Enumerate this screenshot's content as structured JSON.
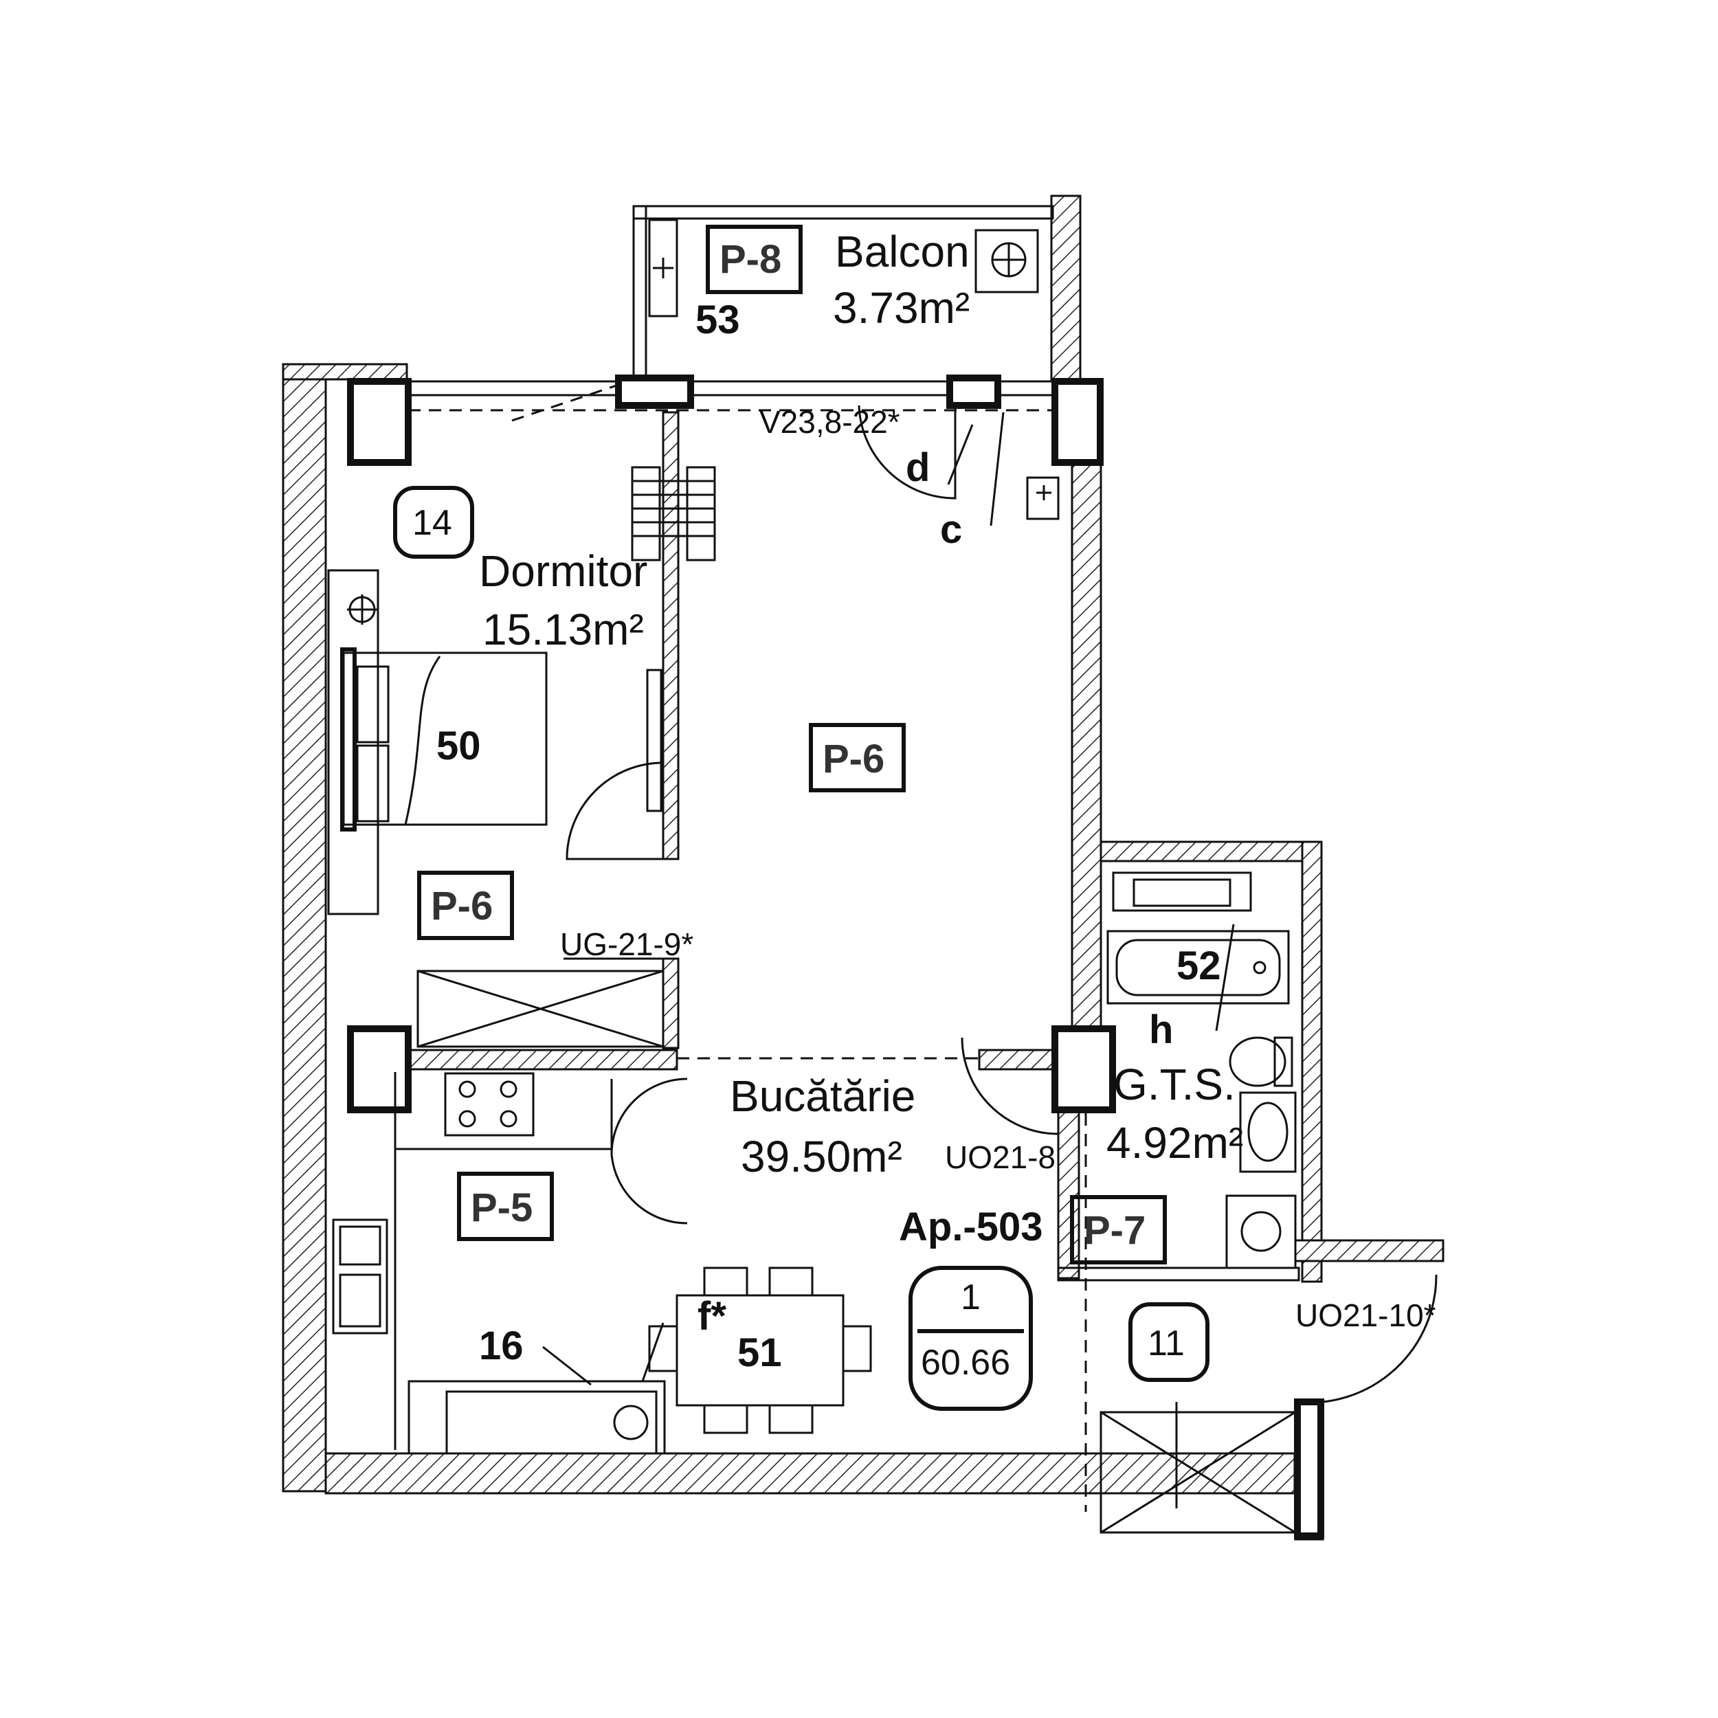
{
  "rooms": {
    "balcon": {
      "name": "Balcon",
      "area": "3.73m²"
    },
    "dormitor": {
      "name": "Dormitor",
      "area": "15.13m²"
    },
    "bucatarie": {
      "name": "Bucătărie",
      "area": "39.50m²"
    },
    "gts": {
      "name": "G.T.S.",
      "area": "4.92m²"
    }
  },
  "tags": {
    "p8": "P-8",
    "p6_living": "P-6",
    "p6_bedroom": "P-6",
    "p5": "P-5",
    "p7": "P-7"
  },
  "numbers": {
    "n53": "53",
    "n50": "50",
    "n51": "51",
    "n52": "52",
    "n16": "16"
  },
  "circles": {
    "c14": "14",
    "c11": "11"
  },
  "openings": {
    "window_top": "V23,8-22*",
    "door_bedroom": "UG-21-9*",
    "door_bath": "UO21-8",
    "door_entry": "UO21-10*"
  },
  "letters": {
    "d": "d",
    "c": "c",
    "h": "h",
    "f": "f*"
  },
  "apartment": {
    "label": "Ap.-503",
    "rooms_count": "1",
    "total_area": "60.66"
  }
}
